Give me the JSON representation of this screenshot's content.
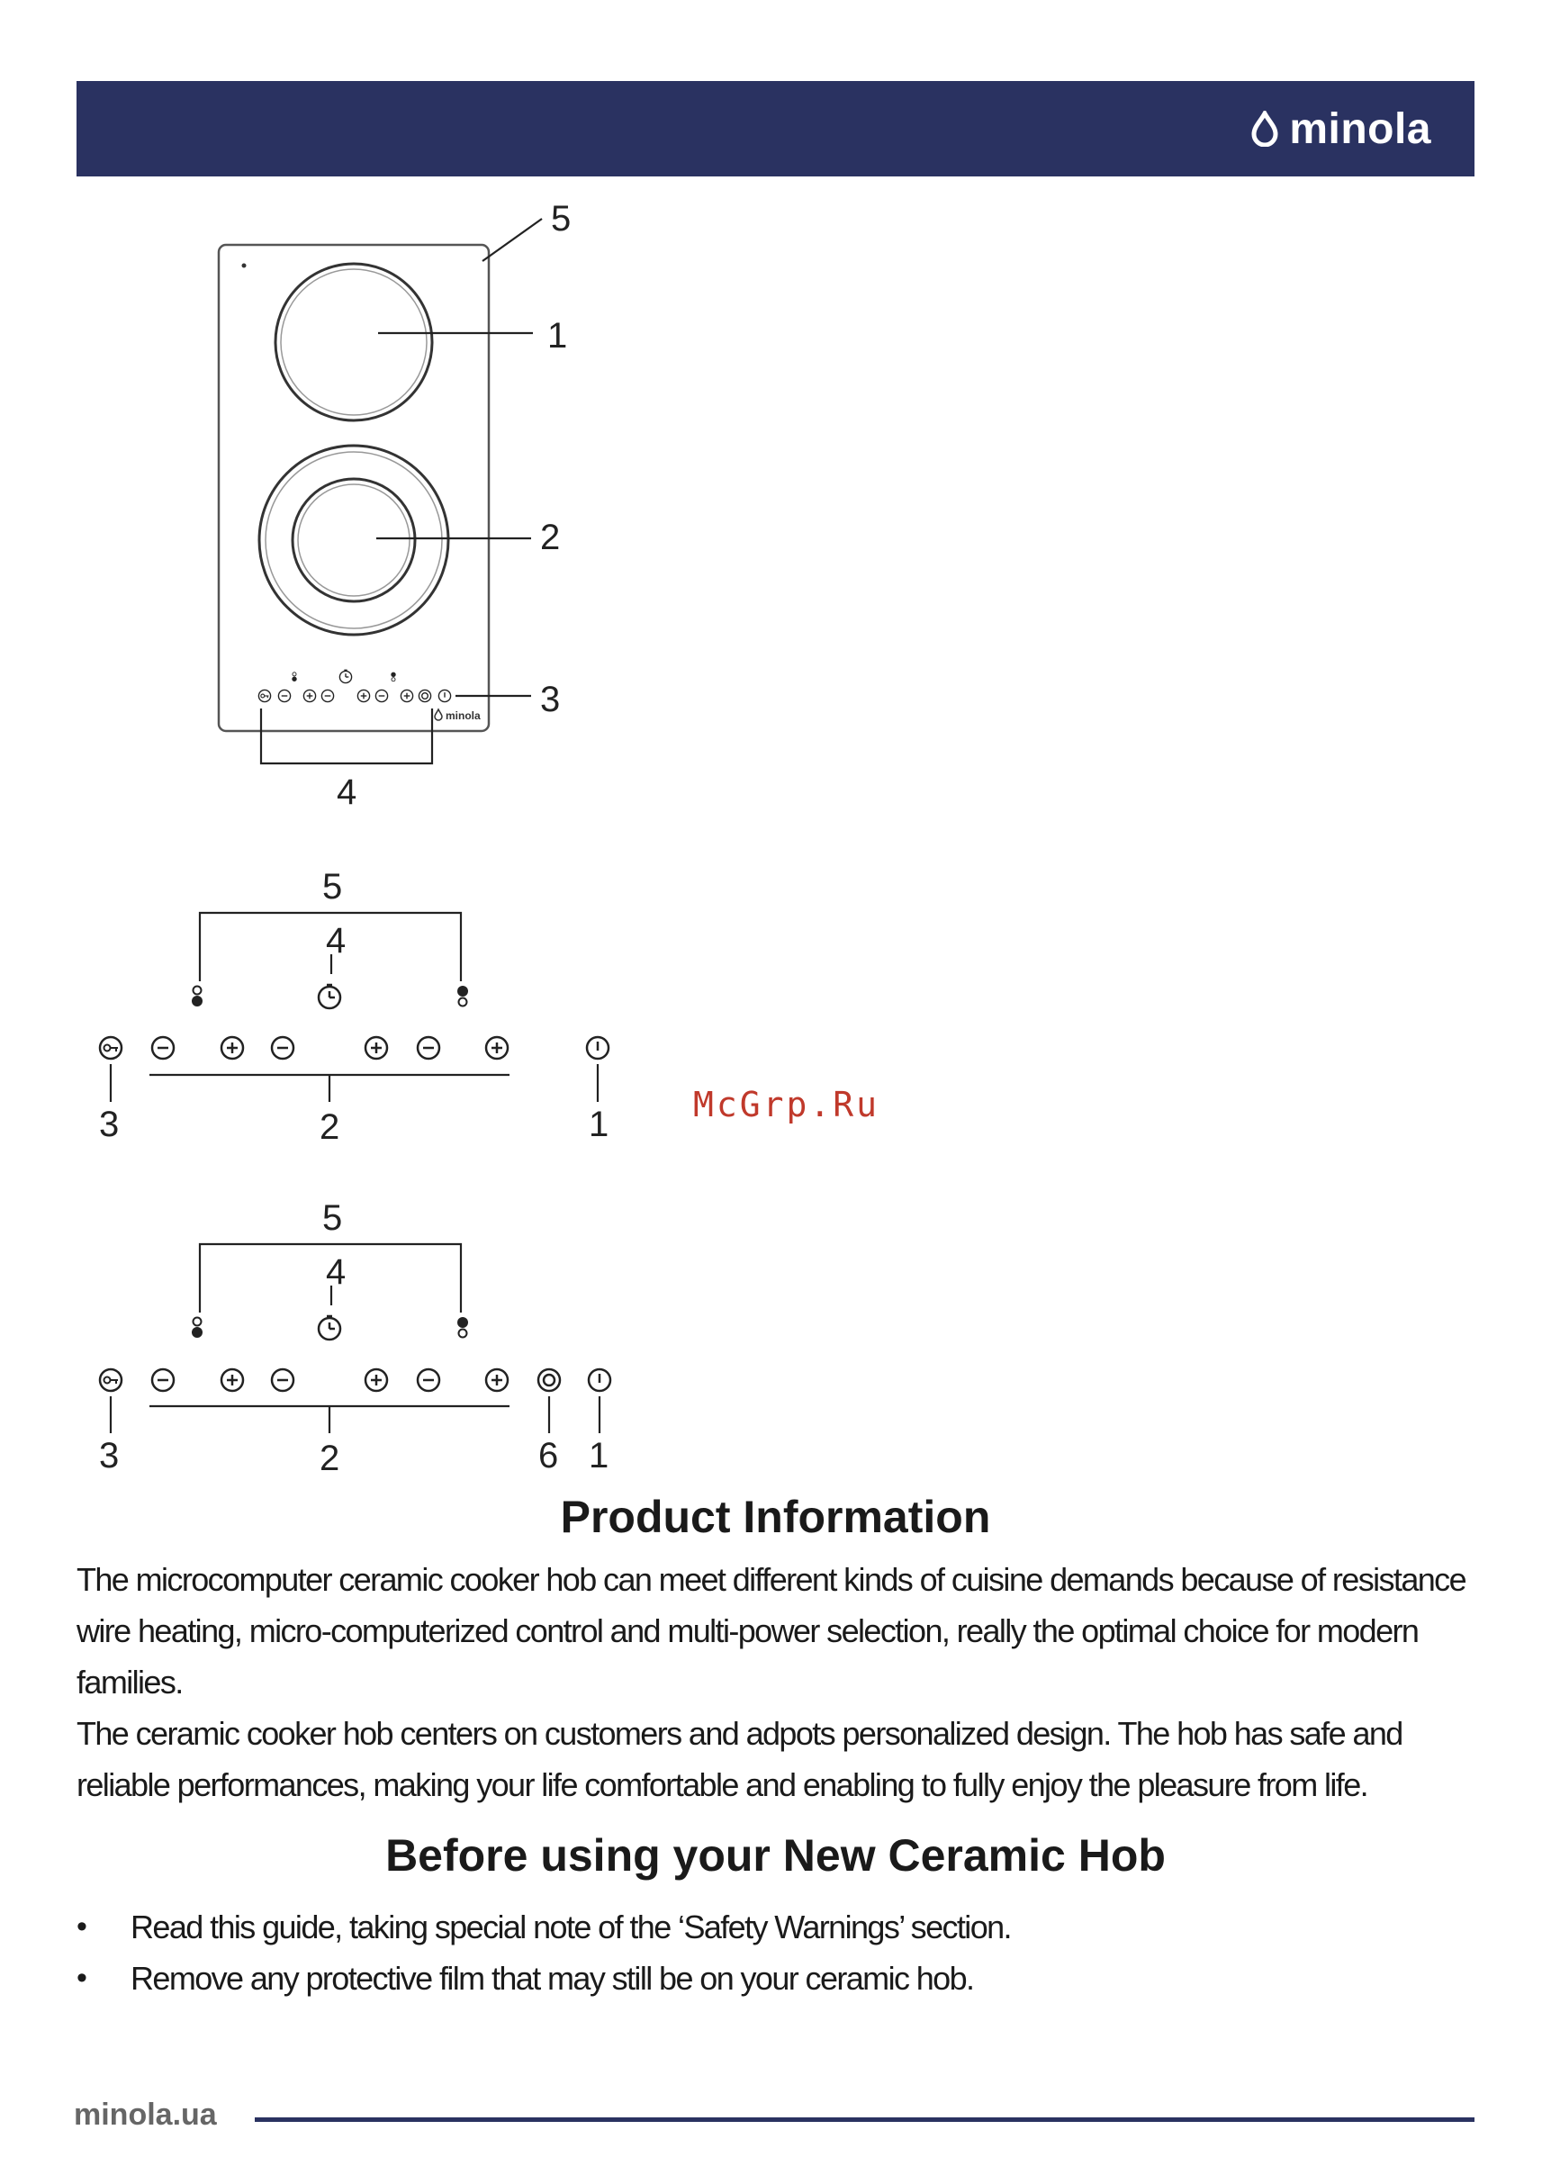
{
  "header": {
    "brand_name": "minola"
  },
  "diagram_top": {
    "hob_logo": "minola",
    "labels": [
      "5",
      "1",
      "2",
      "3",
      "4"
    ]
  },
  "diagram_middle": {
    "labels": [
      "5",
      "4",
      "3",
      "2",
      "1"
    ]
  },
  "diagram_bottom": {
    "labels": [
      "5",
      "4",
      "3",
      "2",
      "6",
      "1"
    ]
  },
  "watermark": "McGrp.Ru",
  "product_info": {
    "title": "Product Information",
    "paragraph_1": "The microcomputer ceramic cooker hob can meet different kinds of cuisine demands because of resistance wire heating, micro-computerized control and multi-power selection, really the optimal choice for modern families.",
    "paragraph_2": "The ceramic cooker hob centers on customers and adpots personalized design. The hob has safe and reliable performances, making your life comfortable and enabling to fully enjoy the pleasure from life."
  },
  "before_using": {
    "title": "Before using your New Ceramic Hob",
    "bullets": [
      "Read this guide, taking special note of the ‘Safety Warnings’ section.",
      "Remove any protective film that may still be on your ceramic hob."
    ]
  },
  "footer": {
    "site": "minola.ua"
  },
  "colors": {
    "brand_navy": "#2a3261",
    "watermark_red": "#c0392b"
  }
}
